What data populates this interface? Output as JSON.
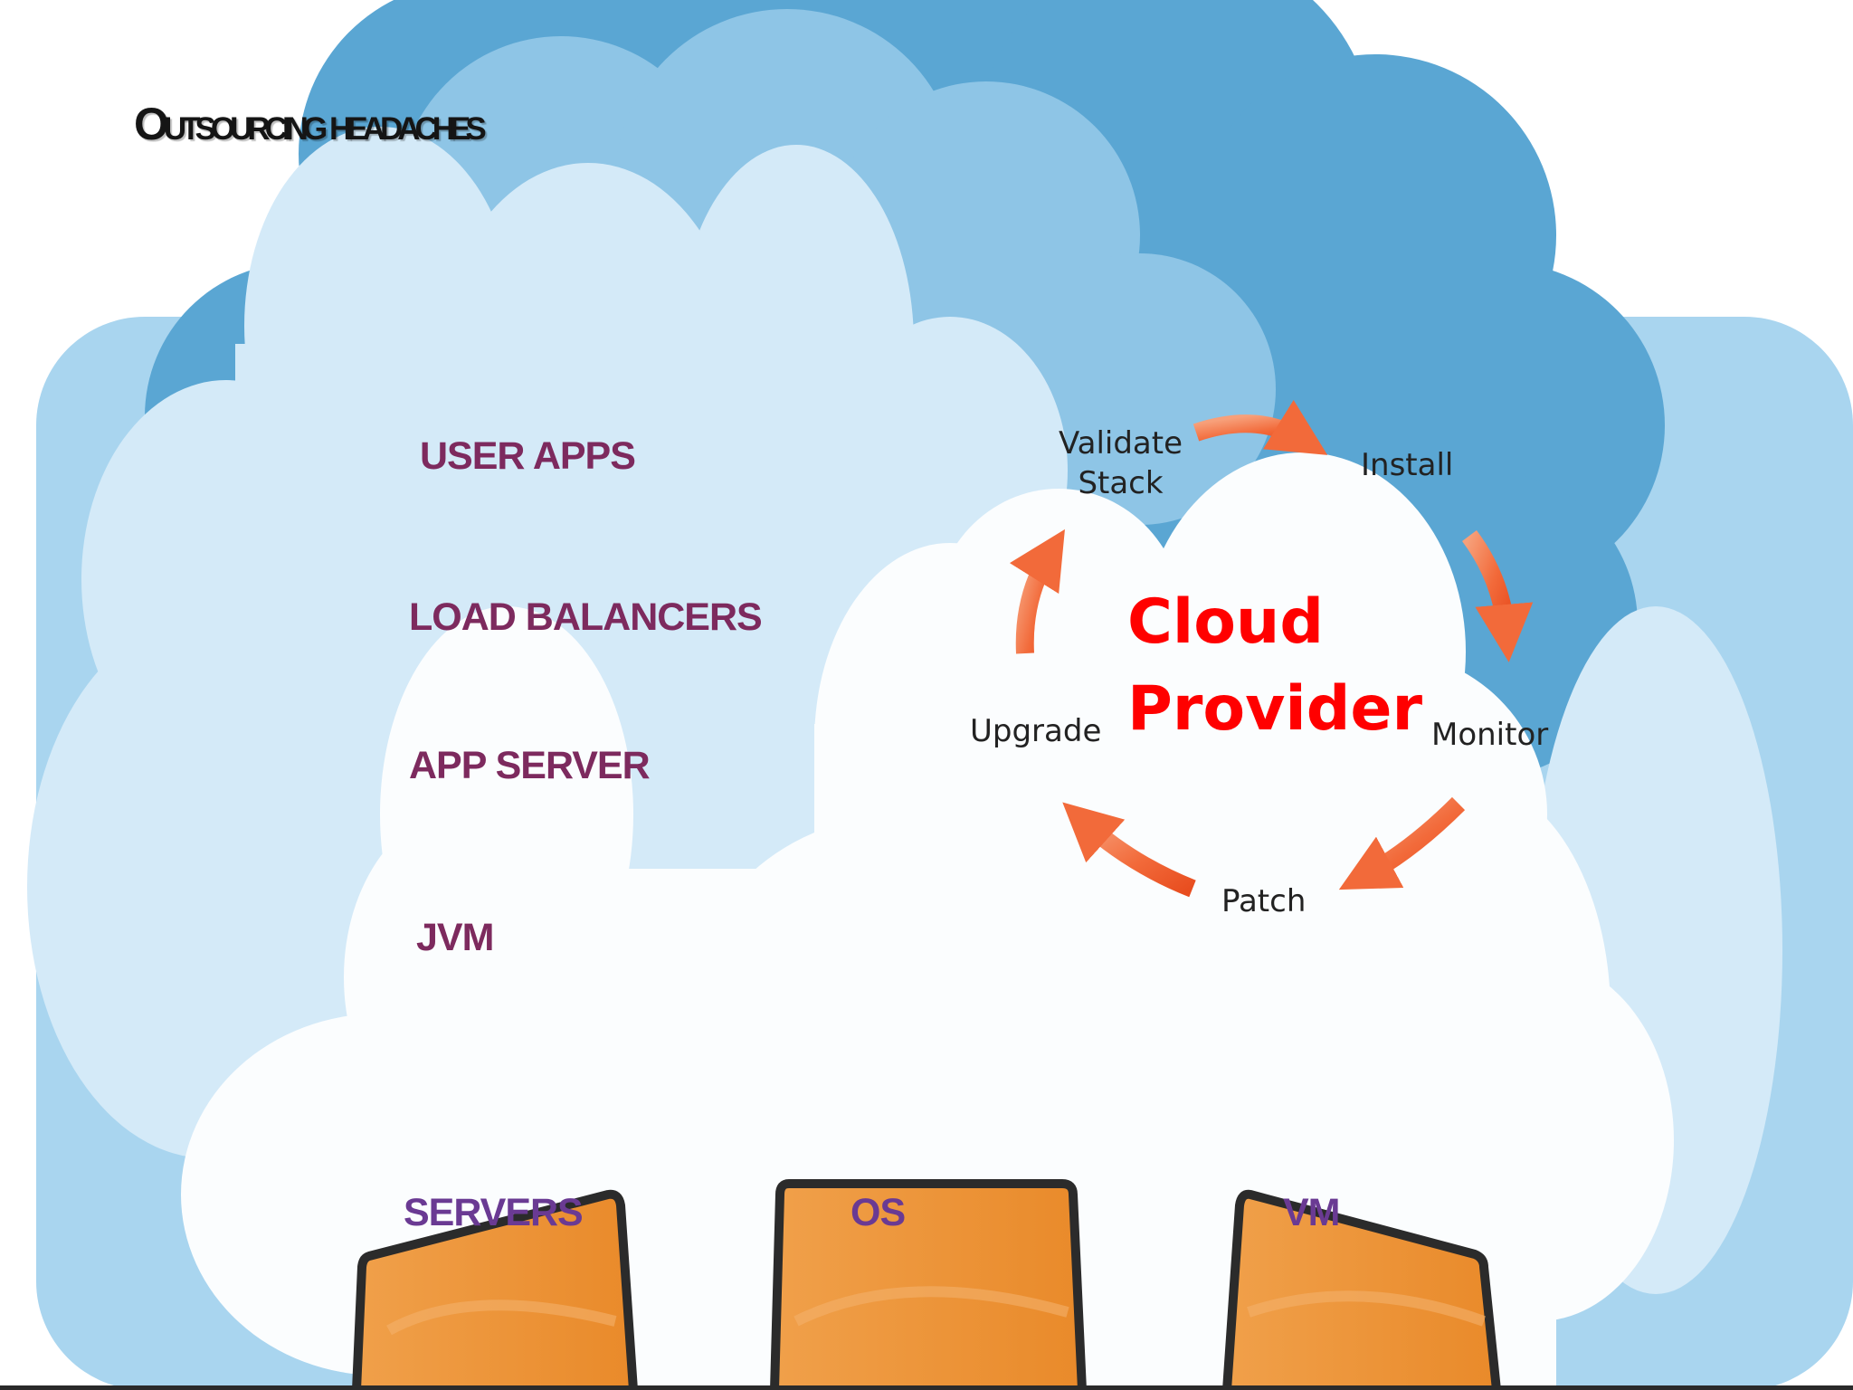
{
  "slide": {
    "title": "Outsourcing headaches",
    "layers": [
      "USER APPS",
      "LOAD BALANCERS",
      "APP SERVER",
      "JVM"
    ],
    "bottom_labels": [
      "SERVERS",
      "OS",
      "VM"
    ],
    "cycle": {
      "center": "Cloud Provider",
      "center_line1": "Cloud",
      "center_line2": "Provider",
      "steps": [
        "Validate Stack",
        "Install",
        "Monitor",
        "Patch",
        "Upgrade"
      ],
      "validate_line1": "Validate",
      "validate_line2": "Stack"
    },
    "colors": {
      "sky_dark": "#5aa6d3",
      "sky_mid": "#8ec5e6",
      "sky_light": "#d4eaf8",
      "cloud_white": "#fbfdfe",
      "arrow": "#f26a3a",
      "center_text": "#ff0000",
      "layer_text": "#7d2a5e",
      "bottom_text": "#6a3a93",
      "tablet": "#e98a2a"
    }
  }
}
